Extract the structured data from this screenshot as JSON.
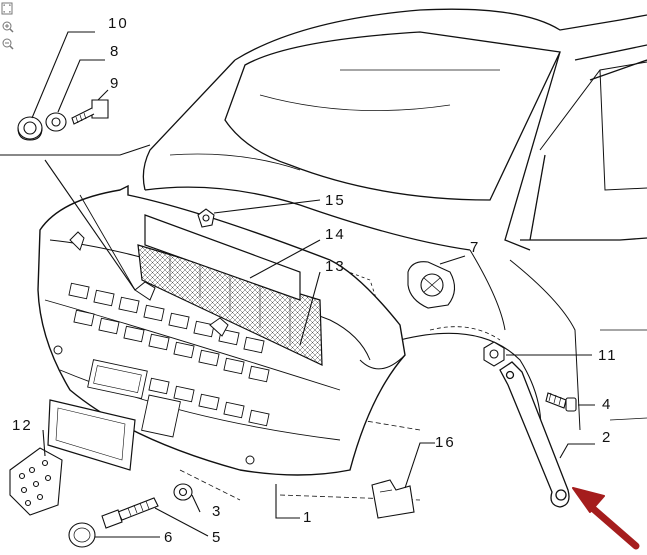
{
  "toolbar": {
    "tools": [
      {
        "icon": "fit-page-icon"
      },
      {
        "icon": "zoom-in-icon"
      },
      {
        "icon": "zoom-out-icon"
      }
    ]
  },
  "diagram": {
    "callouts": [
      {
        "id": "c1",
        "label": "1"
      },
      {
        "id": "c2",
        "label": "2"
      },
      {
        "id": "c3",
        "label": "3"
      },
      {
        "id": "c4",
        "label": "4"
      },
      {
        "id": "c5",
        "label": "5"
      },
      {
        "id": "c6",
        "label": "6"
      },
      {
        "id": "c7",
        "label": "7"
      },
      {
        "id": "c8",
        "label": "8"
      },
      {
        "id": "c9",
        "label": "9"
      },
      {
        "id": "c10",
        "label": "10"
      },
      {
        "id": "c11",
        "label": "11"
      },
      {
        "id": "c12",
        "label": "12"
      },
      {
        "id": "c13",
        "label": "13"
      },
      {
        "id": "c14",
        "label": "14"
      },
      {
        "id": "c15",
        "label": "15"
      },
      {
        "id": "c16",
        "label": "16"
      }
    ],
    "highlight_arrow": {
      "color": "#a51d1d",
      "target": "2"
    },
    "line_color": "#111111"
  }
}
